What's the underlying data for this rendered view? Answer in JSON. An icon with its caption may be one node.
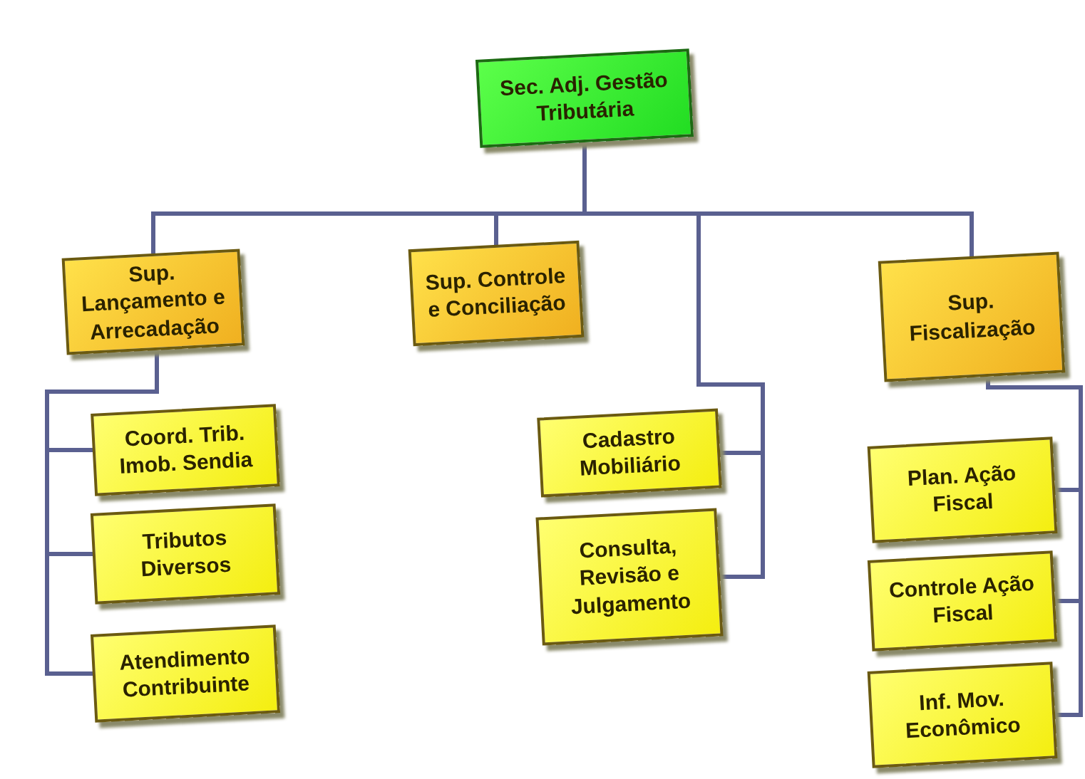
{
  "diagram": {
    "nodes": [
      {
        "text": [
          "Sec. Adj. Gestão Tributária"
        ]
      },
      {
        "text": [
          "Sup. Lançamento e Arrecadação"
        ]
      },
      {
        "text": [
          "Sup. Controle e Conciliação"
        ]
      },
      {
        "text": [
          "Sup. Fiscalização"
        ]
      },
      {
        "text": [
          "Coord. Trib. Imob. Sendia"
        ]
      },
      {
        "text": [
          "Tributos Diversos"
        ]
      },
      {
        "text": [
          "Atendimento Contribuinte"
        ]
      },
      {
        "text": [
          "Cadastro Mobiliário"
        ]
      },
      {
        "text": [
          "Consulta, Revisão e Julgamento"
        ]
      },
      {
        "text": [
          "Plan. Ação Fiscal"
        ]
      },
      {
        "text": [
          "Controle Ação Fiscal"
        ]
      },
      {
        "text": [
          "Inf. Mov. Econômico"
        ]
      }
    ],
    "edges": [
      {
        "from": 0,
        "to": 1,
        "arrow": "none"
      },
      {
        "from": 0,
        "to": 2,
        "arrow": "none"
      },
      {
        "from": 0,
        "to": 3,
        "arrow": "none"
      },
      {
        "from": 0,
        "to": 7,
        "arrow": "none"
      },
      {
        "from": 0,
        "to": 8,
        "arrow": "none"
      },
      {
        "from": 1,
        "to": 4,
        "arrow": "none"
      },
      {
        "from": 1,
        "to": 5,
        "arrow": "none"
      },
      {
        "from": 1,
        "to": 6,
        "arrow": "none"
      },
      {
        "from": 3,
        "to": 9,
        "arrow": "none"
      },
      {
        "from": 3,
        "to": 10,
        "arrow": "none"
      },
      {
        "from": 3,
        "to": 11,
        "arrow": "none"
      }
    ]
  }
}
